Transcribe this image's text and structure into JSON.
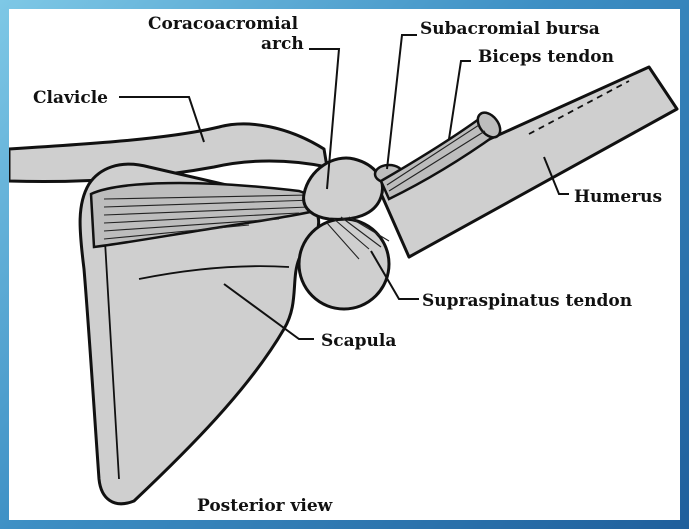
{
  "labels": {
    "coracoacromial_line1": "Coracoacromial",
    "coracoacromial_line2": "arch",
    "subacromial_bursa": "Subacromial bursa",
    "biceps_tendon": "Biceps tendon",
    "clavicle": "Clavicle",
    "humerus": "Humerus",
    "supraspinatus_tendon": "Supraspinatus tendon",
    "scapula": "Scapula",
    "posterior_view": "Posterior view"
  },
  "colors": {
    "frame_gradient_start": "#7ec8e6",
    "frame_gradient_end": "#1f5f9c",
    "bone_fill": "#cfcfcf",
    "ink": "#111111"
  }
}
